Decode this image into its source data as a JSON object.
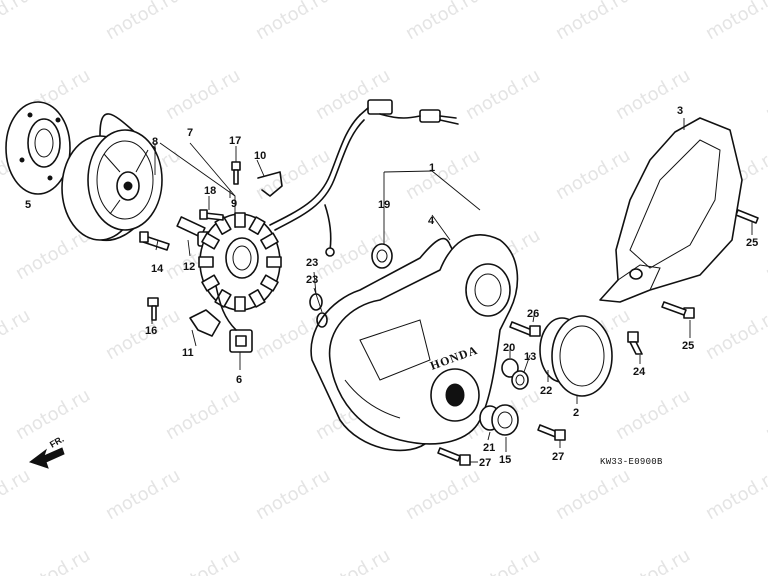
{
  "watermark": "motod.ru",
  "diagram_code": "KW33-E0900B",
  "direction_label": "FR.",
  "cover_brand": "HONDA",
  "callouts": [
    "1",
    "2",
    "3",
    "4",
    "5",
    "6",
    "7",
    "8",
    "9",
    "10",
    "11",
    "12",
    "13",
    "14",
    "15",
    "16",
    "17",
    "18",
    "19",
    "20",
    "21",
    "22",
    "23",
    "23",
    "24",
    "25",
    "25",
    "26",
    "27",
    "27"
  ]
}
